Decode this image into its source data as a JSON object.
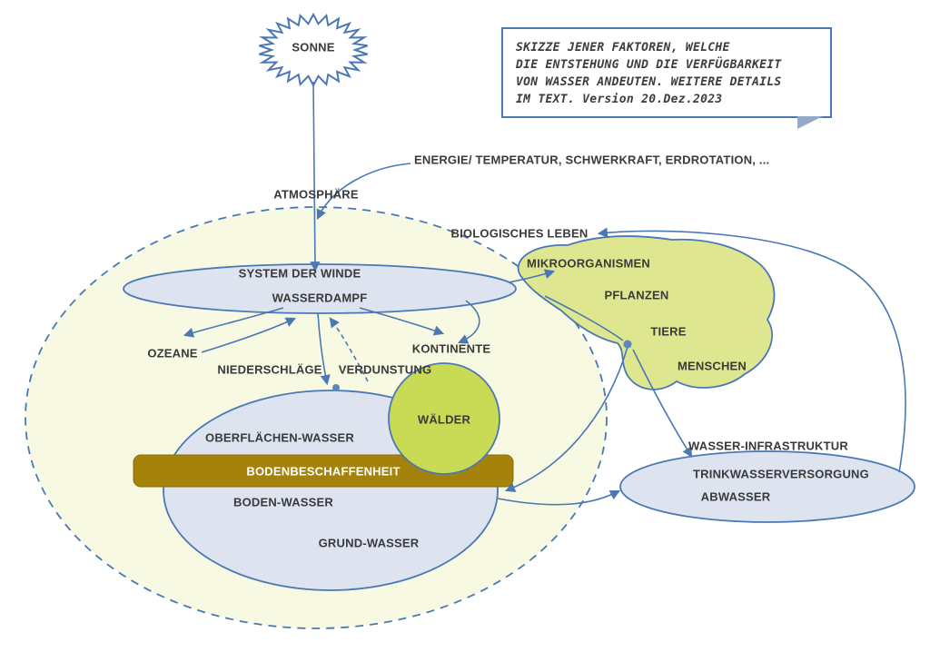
{
  "title": "Wasser-Faktoren Skizze",
  "note": {
    "lines": [
      "SKIZZE JENER FAKTOREN, WELCHE",
      "DIE ENTSTEHUNG UND DIE VERFÜGBARKEIT",
      "VON WASSER ANDEUTEN. WEITERE DETAILS",
      "IM TEXT. Version 20.Dez.2023"
    ]
  },
  "labels": {
    "sonne": "SONNE",
    "energie": "ENERGIE/ TEMPERATUR, SCHWERKRAFT, ERDROTATION, ...",
    "atmosphaere": "ATMOSPHÄRE",
    "system_der_winde": "SYSTEM DER WINDE",
    "wasserdampf": "WASSERDAMPF",
    "ozeane": "OZEANE",
    "kontinente": "KONTINENTE",
    "niederschlaege": "NIEDERSCHLÄGE",
    "verdunstung": "VERDUNSTUNG",
    "waelder": "WÄLDER",
    "oberflaechen_wasser": "OBERFLÄCHEN-WASSER",
    "bodenbeschaffenheit": "BODENBESCHAFFENHEIT",
    "boden_wasser": "BODEN-WASSER",
    "grund_wasser": "GRUND-WASSER",
    "biologisches_leben": "BIOLOGISCHES LEBEN",
    "mikroorganismen": "MIKROORGANISMEN",
    "pflanzen": "PFLANZEN",
    "tiere": "TIERE",
    "menschen": "MENSCHEN",
    "wasser_infrastruktur": "WASSER-INFRASTRUKTUR",
    "trinkwasserversorgung": "TRINKWASSERVERSORGUNG",
    "abwasser": "ABWASSER"
  },
  "colors": {
    "accent_blue": "#4a78b5",
    "pale_yellow": "#f7f9e2",
    "light_blue": "#dde3ef",
    "soil_brown": "#a5830b",
    "forest_green": "#c9da55",
    "life_green": "#dee78f",
    "fold_gray": "#93a9c6",
    "text_dark": "#3a3a3a"
  }
}
